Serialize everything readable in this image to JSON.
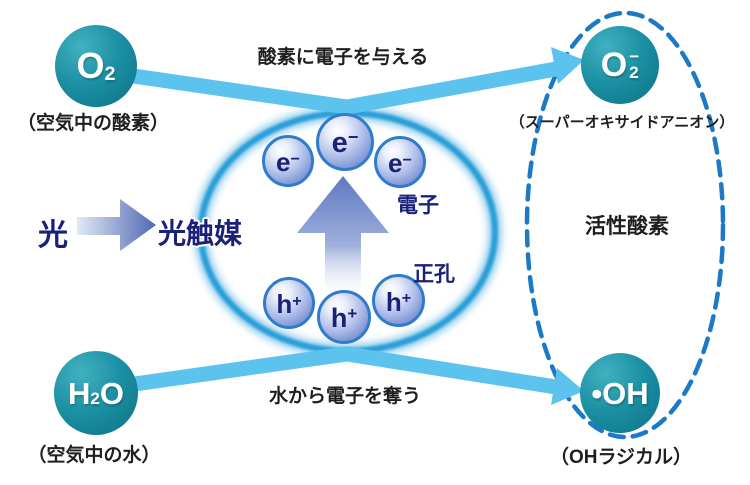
{
  "colors": {
    "teal-hi": "#41b1c0",
    "teal-mid": "#1b8fa3",
    "teal-dark": "#0d7184",
    "sky": "#5cc3ef",
    "dash": "#1c79c5",
    "ring": "#2b9ed9",
    "navy": "#1b2178",
    "orb-rim": "#2f7ccc",
    "orb-deep": "#6076c0",
    "grad-light": "#e2e9f5",
    "grad-dark": "#5068b2",
    "big-top": "#5f78c0",
    "big-mid": "#9fb0dc",
    "ink": "#1f1f1f"
  },
  "left": {
    "o2": {
      "base": "O",
      "sub": "2",
      "caption": "（空気中の酸素）"
    },
    "h2o": {
      "h": "H",
      "sub": "2",
      "o": "O",
      "caption": "（空気中の水）"
    }
  },
  "right": {
    "o2minus": {
      "base": "O",
      "sub": "2",
      "sup": "−",
      "caption": "（スーパーオキサイドアニオン）"
    },
    "oh": {
      "formula": "•OH",
      "caption": "（OHラジカル）"
    },
    "group_label": "活性酸素"
  },
  "center": {
    "light": "光",
    "photocatalyst": "光触媒",
    "electron": {
      "base": "e",
      "sup": "−"
    },
    "hole": {
      "base": "h",
      "sup": "+"
    },
    "electron_label": "電子",
    "hole_label": "正孔"
  },
  "arrows": {
    "top_caption": "酸素に電子を与える",
    "bottom_caption": "水から電子を奪う"
  }
}
